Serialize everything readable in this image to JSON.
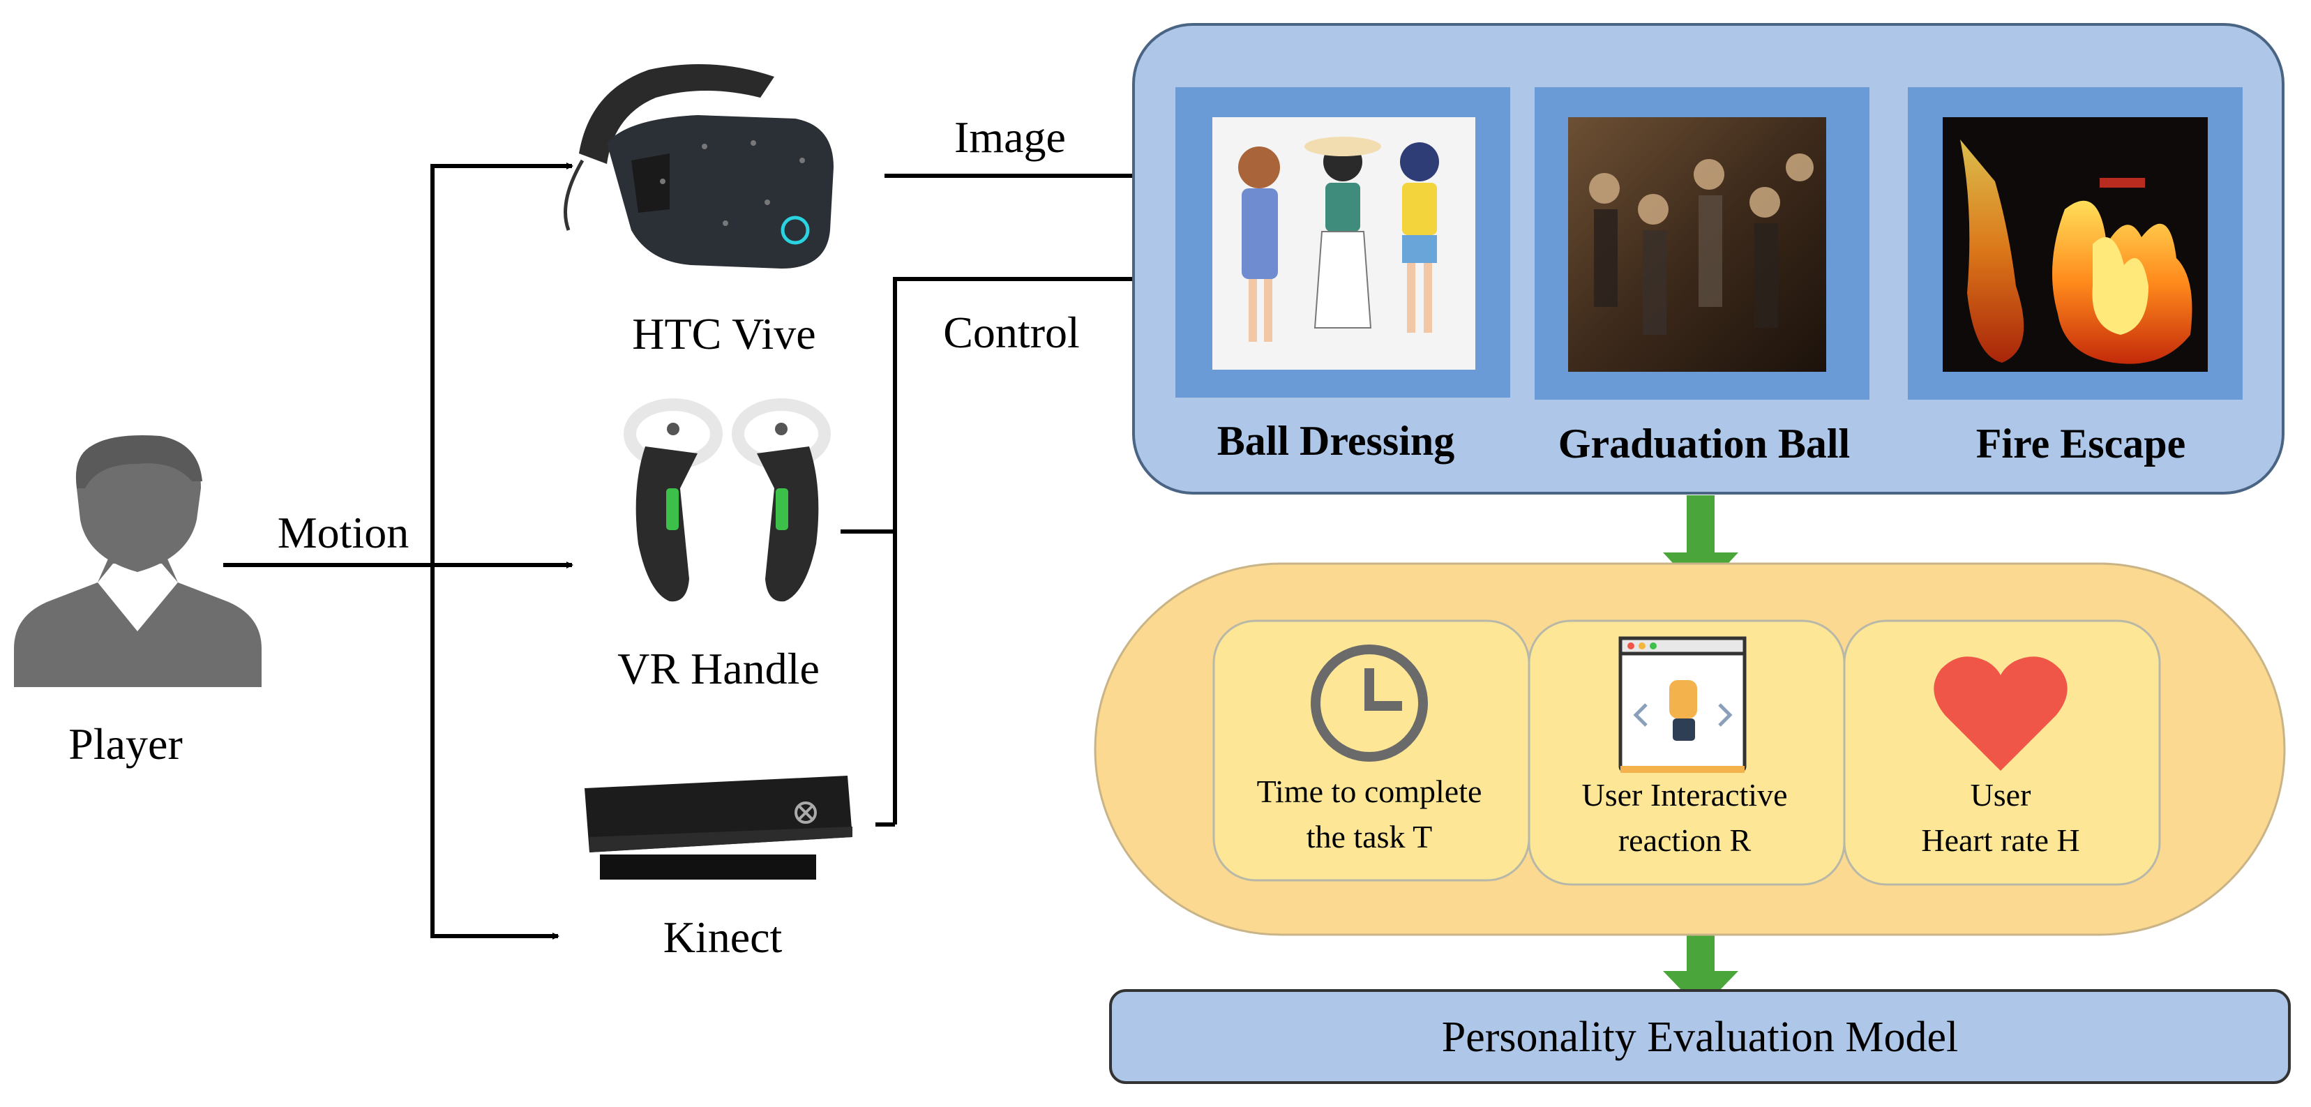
{
  "player": {
    "label": "Player",
    "icon": "person-silhouette-icon"
  },
  "devices": [
    {
      "label": "HTC Vive",
      "icon": "vr-headset-icon"
    },
    {
      "label": "VR Handle",
      "icon": "vr-controllers-icon"
    },
    {
      "label": "Kinect",
      "icon": "kinect-sensor-icon"
    }
  ],
  "edges": {
    "motion": "Motion",
    "image": "Image",
    "control": "Control"
  },
  "scenes": [
    {
      "label": "Ball Dressing"
    },
    {
      "label": "Graduation Ball"
    },
    {
      "label": "Fire Escape"
    }
  ],
  "metrics": [
    {
      "line1": "Time to complete",
      "line2": "the task T",
      "icon": "clock-icon"
    },
    {
      "line1": "User Interactive",
      "line2": "reaction R",
      "icon": "browser-hand-icon"
    },
    {
      "line1": "User",
      "line2": "Heart rate H",
      "icon": "heart-icon"
    }
  ],
  "output": {
    "label": "Personality Evaluation Model"
  },
  "colors": {
    "scene_panel": "#aec6e8",
    "scene_frame": "#6b9bd6",
    "metric_panel": "#fbd991",
    "metric_box": "#fde796",
    "arrow_green": "#4aa63a",
    "heart": "#ef5648",
    "silhouette": "#6e6e6e"
  }
}
